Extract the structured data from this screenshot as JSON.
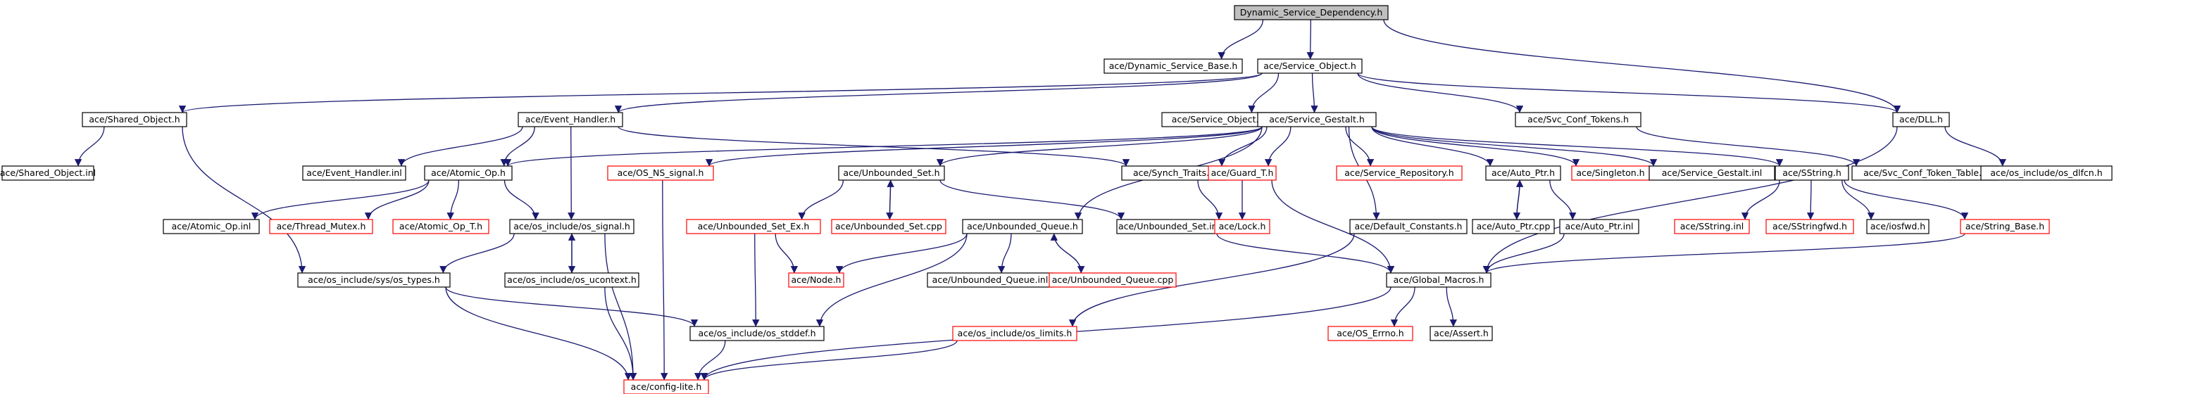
{
  "graph": {
    "title": "Dynamic_Service_Dependency.h",
    "colors": {
      "edge": "#191970",
      "root_fill": "#bfbfbf",
      "missing_border": "#ff0000",
      "node_border": "#000000"
    },
    "nodes": [
      {
        "id": "root",
        "label": "Dynamic_Service_Dependency.h",
        "kind": "root"
      },
      {
        "id": "dsb",
        "label": "ace/Dynamic_Service_Base.h"
      },
      {
        "id": "so",
        "label": "ace/Service_Object.h"
      },
      {
        "id": "dll",
        "label": "ace/DLL.h"
      },
      {
        "id": "sho",
        "label": "ace/Shared_Object.h"
      },
      {
        "id": "eh",
        "label": "ace/Event_Handler.h"
      },
      {
        "id": "soinl",
        "label": "ace/Service_Object.inl"
      },
      {
        "id": "sg",
        "label": "ace/Service_Gestalt.h"
      },
      {
        "id": "sct",
        "label": "ace/Svc_Conf_Tokens.h"
      },
      {
        "id": "shoinl",
        "label": "ace/Shared_Object.inl"
      },
      {
        "id": "ehinl",
        "label": "ace/Event_Handler.inl"
      },
      {
        "id": "aop",
        "label": "ace/Atomic_Op.h"
      },
      {
        "id": "osns",
        "label": "ace/OS_NS_signal.h",
        "kind": "missing"
      },
      {
        "id": "us",
        "label": "ace/Unbounded_Set.h"
      },
      {
        "id": "st",
        "label": "ace/Synch_Traits.h"
      },
      {
        "id": "gt",
        "label": "ace/Guard_T.h",
        "kind": "missing"
      },
      {
        "id": "sr",
        "label": "ace/Service_Repository.h",
        "kind": "missing"
      },
      {
        "id": "ap",
        "label": "ace/Auto_Ptr.h"
      },
      {
        "id": "sgl",
        "label": "ace/Singleton.h",
        "kind": "missing"
      },
      {
        "id": "sginl",
        "label": "ace/Service_Gestalt.inl"
      },
      {
        "id": "ss",
        "label": "ace/SString.h"
      },
      {
        "id": "sctt",
        "label": "ace/Svc_Conf_Token_Table.h"
      },
      {
        "id": "dlfcn",
        "label": "ace/os_include/os_dlfcn.h"
      },
      {
        "id": "aopinl",
        "label": "ace/Atomic_Op.inl"
      },
      {
        "id": "tm",
        "label": "ace/Thread_Mutex.h",
        "kind": "missing"
      },
      {
        "id": "aopt",
        "label": "ace/Atomic_Op_T.h",
        "kind": "missing"
      },
      {
        "id": "ossig",
        "label": "ace/os_include/os_signal.h"
      },
      {
        "id": "usex",
        "label": "ace/Unbounded_Set_Ex.h",
        "kind": "missing"
      },
      {
        "id": "uscpp",
        "label": "ace/Unbounded_Set.cpp",
        "kind": "missing"
      },
      {
        "id": "uq",
        "label": "ace/Unbounded_Queue.h"
      },
      {
        "id": "usinl",
        "label": "ace/Unbounded_Set.inl"
      },
      {
        "id": "lock",
        "label": "ace/Lock.h",
        "kind": "missing"
      },
      {
        "id": "dc",
        "label": "ace/Default_Constants.h"
      },
      {
        "id": "apcpp",
        "label": "ace/Auto_Ptr.cpp"
      },
      {
        "id": "apinl",
        "label": "ace/Auto_Ptr.inl"
      },
      {
        "id": "ssinl",
        "label": "ace/SString.inl",
        "kind": "missing"
      },
      {
        "id": "ssfwd",
        "label": "ace/SStringfwd.h",
        "kind": "missing"
      },
      {
        "id": "iosfwd",
        "label": "ace/iosfwd.h"
      },
      {
        "id": "sb",
        "label": "ace/String_Base.h",
        "kind": "missing"
      },
      {
        "id": "systypes",
        "label": "ace/os_include/sys/os_types.h"
      },
      {
        "id": "ucontext",
        "label": "ace/os_include/os_ucontext.h"
      },
      {
        "id": "node",
        "label": "ace/Node.h",
        "kind": "missing"
      },
      {
        "id": "uqinl",
        "label": "ace/Unbounded_Queue.inl"
      },
      {
        "id": "uqcpp",
        "label": "ace/Unbounded_Queue.cpp",
        "kind": "missing"
      },
      {
        "id": "gm",
        "label": "ace/Global_Macros.h"
      },
      {
        "id": "limits",
        "label": "ace/os_include/os_limits.h",
        "kind": "missing"
      },
      {
        "id": "stddef",
        "label": "ace/os_include/os_stddef.h"
      },
      {
        "id": "errno",
        "label": "ace/OS_Errno.h",
        "kind": "missing"
      },
      {
        "id": "assert",
        "label": "ace/Assert.h"
      },
      {
        "id": "cfg",
        "label": "ace/config-lite.h",
        "kind": "missing"
      }
    ],
    "edges": [
      [
        "root",
        "dsb"
      ],
      [
        "root",
        "so"
      ],
      [
        "root",
        "dll"
      ],
      [
        "so",
        "sho"
      ],
      [
        "so",
        "eh"
      ],
      [
        "so",
        "soinl"
      ],
      [
        "so",
        "sg"
      ],
      [
        "so",
        "sct"
      ],
      [
        "so",
        "dll"
      ],
      [
        "sho",
        "shoinl"
      ],
      [
        "sho",
        "systypes"
      ],
      [
        "eh",
        "ehinl"
      ],
      [
        "eh",
        "aop"
      ],
      [
        "eh",
        "ossig"
      ],
      [
        "eh",
        "st"
      ],
      [
        "sg",
        "aop"
      ],
      [
        "sg",
        "osns"
      ],
      [
        "sg",
        "us"
      ],
      [
        "sg",
        "st"
      ],
      [
        "sg",
        "gt"
      ],
      [
        "sg",
        "sr"
      ],
      [
        "sg",
        "ap"
      ],
      [
        "sg",
        "sgl"
      ],
      [
        "sg",
        "sginl"
      ],
      [
        "sg",
        "ss"
      ],
      [
        "sg",
        "dc"
      ],
      [
        "sg",
        "uq"
      ],
      [
        "sct",
        "sctt"
      ],
      [
        "dll",
        "dlfcn"
      ],
      [
        "dll",
        "gm"
      ],
      [
        "aop",
        "aopinl"
      ],
      [
        "aop",
        "tm"
      ],
      [
        "aop",
        "aopt"
      ],
      [
        "aop",
        "ossig"
      ],
      [
        "osns",
        "cfg"
      ],
      [
        "us",
        "usex"
      ],
      [
        "us",
        "uscpp"
      ],
      [
        "us",
        "usinl"
      ],
      [
        "uscpp",
        "us"
      ],
      [
        "st",
        "lock"
      ],
      [
        "gt",
        "lock"
      ],
      [
        "gt",
        "gm"
      ],
      [
        "ap",
        "apcpp"
      ],
      [
        "ap",
        "apinl"
      ],
      [
        "apcpp",
        "ap"
      ],
      [
        "apinl",
        "gm"
      ],
      [
        "ss",
        "ssinl"
      ],
      [
        "ss",
        "ssfwd"
      ],
      [
        "ss",
        "iosfwd"
      ],
      [
        "ss",
        "sb"
      ],
      [
        "sb",
        "gm"
      ],
      [
        "ossig",
        "systypes"
      ],
      [
        "ossig",
        "ucontext"
      ],
      [
        "ossig",
        "cfg"
      ],
      [
        "ucontext",
        "ossig"
      ],
      [
        "ucontext",
        "cfg"
      ],
      [
        "usex",
        "node"
      ],
      [
        "usex",
        "stddef"
      ],
      [
        "uq",
        "node"
      ],
      [
        "uq",
        "uqinl"
      ],
      [
        "uq",
        "uqcpp"
      ],
      [
        "uq",
        "stddef"
      ],
      [
        "uqcpp",
        "uq"
      ],
      [
        "usinl",
        "gm"
      ],
      [
        "dc",
        "limits"
      ],
      [
        "systypes",
        "stddef"
      ],
      [
        "systypes",
        "cfg"
      ],
      [
        "stddef",
        "cfg"
      ],
      [
        "limits",
        "cfg"
      ],
      [
        "gm",
        "errno"
      ],
      [
        "gm",
        "assert"
      ],
      [
        "gm",
        "cfg"
      ]
    ]
  }
}
